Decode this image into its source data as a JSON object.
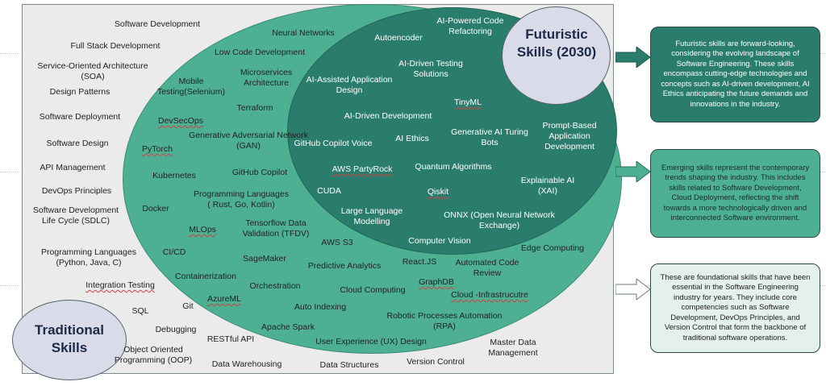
{
  "labels": {
    "futuristic": "Futuristic Skills (2030)",
    "traditional": "Traditional Skills"
  },
  "descriptions": {
    "futuristic": "Futuristic skills are forward-looking, considering the evolving landscape of Software Engineering. These skills encompass cutting-edge technologies and concepts such as AI-driven development, AI Ethics anticipating the future demands and innovations in the industry.",
    "emerging": "Emerging skills represent the contemporary trends shaping the industry. This includes skills related to Software Development, Cloud Deployment, reflecting the shift towards a more technologically driven and interconnected Software environment.",
    "traditional": "These are foundational skills that have been essential in the Software Engineering industry for years. They include core competencies such as Software Development, DevOps Principles, and Version Control that form the backbone of traditional software operations."
  },
  "colors": {
    "futuristic": "#2a7d6c",
    "emerging": "#4db093",
    "traditional": "#ebebeb",
    "label_fill": "#d9dbe8",
    "arrow": "#2a7d6c"
  },
  "skills": {
    "futuristic": [
      "AI-Powered Code Refactoring",
      "Autoencoder",
      "AI-Driven Testing Solutions",
      "AI-Assisted Application Design",
      "TinyML",
      "AI-Driven Development",
      "Prompt-Based Application Development",
      "GitHub Copilot Voice",
      "AI Ethics",
      "Generative AI Turing Bots",
      "AWS PartyRock",
      "Quantum Algorithms",
      "Explainable AI (XAI)",
      "CUDA",
      "Qiskit",
      "Large Language Modelling",
      "ONNX (Open Neural Network Exchange)",
      "Computer Vision"
    ],
    "emerging": [
      "Neural Networks",
      "Low Code Development",
      "Mobile Testing(Selenium)",
      "Microservices Architecture",
      "Terraform",
      "DevSecOps",
      "Generative Adversarial Network (GAN)",
      "PyTorch",
      "GitHub Copilot",
      "Kubernetes",
      "Programming Languages ( Rust, Go, Kotlin)",
      "Docker",
      "Tensorflow Data Validation (TFDV)",
      "MLOps",
      "AWS S3",
      "CI/CD",
      "SageMaker",
      "Edge Computing",
      "Containerization",
      "Predictive Analytics",
      "React.JS",
      "Automated Code Review",
      "GraphDB",
      "Orchestration",
      "Cloud Computing",
      "Cloud -Infrastrucutre",
      "AzureML",
      "Auto Indexing",
      "Robotic Processes Automation (RPA)",
      "Apache Spark",
      "User Experience (UX) Design"
    ],
    "traditional": [
      "Software Development",
      "Full Stack Development",
      "Service-Oriented Architecture (SOA)",
      "Design Patterns",
      "Software Deployment",
      "Software Design",
      "API Management",
      "DevOps Principles",
      "Software Development Life Cycle (SDLC)",
      "Programming Languages (Python, Java, C)",
      "Integration Testing",
      "SQL",
      "Git",
      "Debugging",
      "RESTful API",
      "Object Oriented Programming (OOP)",
      "Data Warehousing",
      "Data Structures",
      "Version Control",
      "Master Data Management"
    ]
  }
}
